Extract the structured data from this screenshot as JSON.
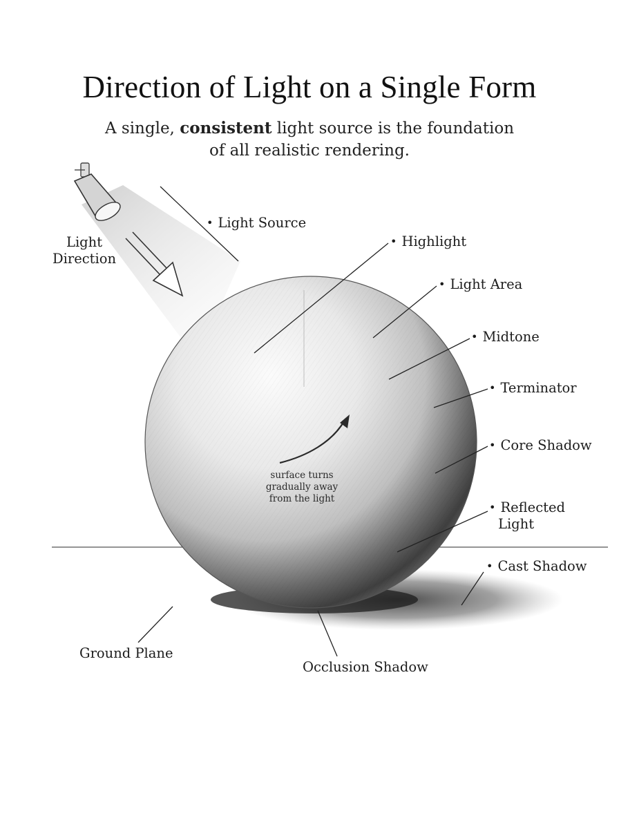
{
  "title": "Direction of Light on a Single Form",
  "subtitle": {
    "before": "A single, ",
    "emphasis": "consistent",
    "after": " light source is the foundation of all realistic rendering."
  },
  "labels": {
    "light_direction_line1": "Light",
    "light_direction_line2": "Direction",
    "light_source": "Light Source",
    "highlight": "Highlight",
    "light_area": "Light Area",
    "midtone": "Midtone",
    "terminator": "Terminator",
    "core_shadow": "Core Shadow",
    "reflected_light_line1": "Reflected",
    "reflected_light_line2": "Light",
    "cast_shadow": "Cast Shadow",
    "ground_plane": "Ground Plane",
    "occlusion_shadow": "Occlusion Shadow"
  },
  "note": {
    "line1": "surface turns",
    "line2": "gradually away",
    "line3": "from the light"
  },
  "bullet": "•",
  "icons": [
    "spotlight-lamp-icon",
    "direction-arrow-icon",
    "curved-arrow-icon"
  ],
  "colors": {
    "ink": "#1c1c1c",
    "background": "#ffffff",
    "light_beam": "#e9e9e9",
    "sphere_shadow": "#3a3a3a"
  }
}
